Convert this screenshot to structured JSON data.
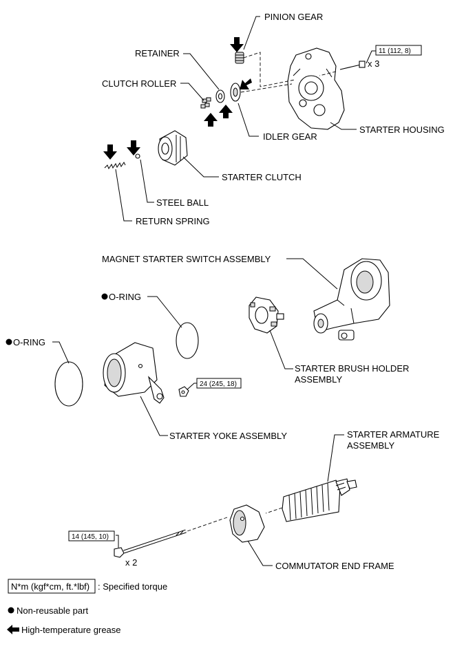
{
  "labels": {
    "pinion_gear": "PINION GEAR",
    "retainer": "RETAINER",
    "clutch_roller": "CLUTCH ROLLER",
    "idler_gear": "IDLER GEAR",
    "starter_housing": "STARTER HOUSING",
    "starter_clutch": "STARTER CLUTCH",
    "steel_ball": "STEEL BALL",
    "return_spring": "RETURN SPRING",
    "magnet_switch": "MAGNET STARTER SWITCH ASSEMBLY",
    "o_ring_1": "O-RING",
    "o_ring_2": "O-RING",
    "brush_holder_1": "STARTER BRUSH HOLDER",
    "brush_holder_2": "ASSEMBLY",
    "yoke": "STARTER YOKE ASSEMBLY",
    "armature_1": "STARTER ARMATURE",
    "armature_2": "ASSEMBLY",
    "commutator_end_frame": "COMMUTATOR END FRAME"
  },
  "torques": {
    "housing_bolt": "11 (112, 8)",
    "housing_bolt_qty": "x 3",
    "yoke_nut": "24 (245, 18)",
    "through_bolt": "14 (145, 10)",
    "through_bolt_qty": "x 2"
  },
  "legend": {
    "torque_box": "N*m (kgf*cm, ft.*lbf)",
    "torque_desc": ": Specified torque",
    "non_reusable": "Non-reusable part",
    "grease": "High-temperature grease"
  },
  "icons": {
    "non_reusable_marker": "filled-circle-icon",
    "grease_marker": "arrow-icon"
  }
}
